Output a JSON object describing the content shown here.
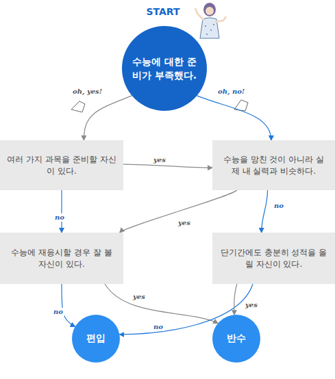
{
  "diagram": {
    "nodes": [
      {
        "text": [
          "수능에 대한 준비가 부족했다."
        ]
      },
      {
        "text": [
          "여러 가지 과목을 준비할 자신이 있다."
        ]
      },
      {
        "text": [
          "수능을 망친 것이 아니라 실제 내 실력과 비슷하다."
        ]
      },
      {
        "text": [
          "수능에 재응시할 경우 잘 볼 자신이 있다."
        ]
      },
      {
        "text": [
          "단기간에도 충분히 성적을 올릴 자신이 있다."
        ]
      },
      {
        "text": [
          "편입"
        ]
      },
      {
        "text": [
          "반수"
        ]
      }
    ],
    "edges": [
      {
        "from": 0,
        "to": 1,
        "label": "oh, yes!",
        "arrow": "to"
      },
      {
        "from": 0,
        "to": 2,
        "label": "oh, no!",
        "arrow": "to"
      },
      {
        "from": 1,
        "to": 2,
        "label": "yes",
        "arrow": "to"
      },
      {
        "from": 1,
        "to": 3,
        "label": "no",
        "arrow": "to"
      },
      {
        "from": 2,
        "to": 3,
        "label": "yes",
        "arrow": "to"
      },
      {
        "from": 2,
        "to": 4,
        "label": "no",
        "arrow": "to"
      },
      {
        "from": 3,
        "to": 5,
        "label": "no",
        "arrow": "to"
      },
      {
        "from": 3,
        "to": 6,
        "label": "yes",
        "arrow": "to"
      },
      {
        "from": 4,
        "to": 5,
        "label": "no",
        "arrow": "to"
      },
      {
        "from": 4,
        "to": 6,
        "label": "yes",
        "arrow": "to"
      }
    ],
    "labels": [
      "START"
    ]
  }
}
